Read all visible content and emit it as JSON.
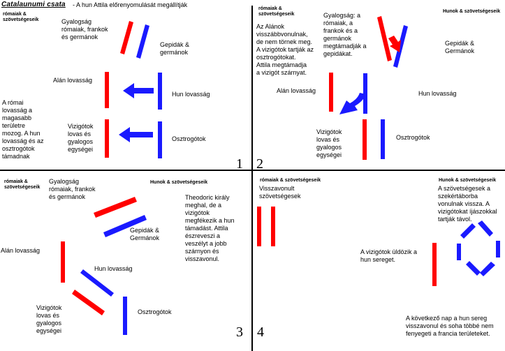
{
  "header": {
    "title": "Catalaunumi csata",
    "subtitle": "- A hun Attila előrenyomulását megállítják"
  },
  "colors": {
    "roman": "#ff0000",
    "hun": "#1a1aff",
    "frame": "#000000"
  },
  "panels": [
    {
      "number": "1",
      "labels": {
        "left_side": "rómaiak &\nszövetségeseik",
        "infantry": "Gyalogság\nrómaiak, frankok\nés germánok",
        "gepids": "Gepidák &\ngermánok",
        "alan": "Alán lovasság",
        "hun_cav": "Hun lovasság",
        "visigoths": "Vizigótok\nlovas és\ngyalogos\negységei",
        "ostrogoths": "Osztrogótok",
        "note": "A római\nlovasság a\nmagasabb\nterületre\nmozog. A hun\nlovasság és az\nosztrogótok\ntámadnak"
      }
    },
    {
      "number": "2",
      "labels": {
        "left_side": "rómaiak &\nszövetségeseik",
        "right_side": "Hunok & szövetségeseik",
        "note": "Az Alánok\nvisszábbvonulnak,\nde nem törnek meg.\nA vizigótok tartják az\nosztrogótokat.\nAttila megtámadja\na vizigót szárnyat.",
        "infantry": "Gyalogság: a\nrómaiak, a\nfrankok és a\ngermánok\nmegtámadják a\ngepidákat.",
        "gepids": "Gepidák &\nGermánok",
        "alan": "Alán lovasság",
        "hun_cav": "Hun lovasság",
        "visigoths": "Vizigótok\nlovas és\ngyalogos\negységei",
        "ostrogoths": "Osztrogótok"
      }
    },
    {
      "number": "3",
      "labels": {
        "left_side": "rómaiak &\nszövetségeseik",
        "right_side": "Hunok & szövetségeseik",
        "infantry": "Gyalogság\nrómaiak, frankok\nés germánok",
        "note": "Theodoric király\nmeghal, de a\nvizigótok\nmegfékezik a hun\ntámadást. Attila\nészreveszi a\nveszélyt a jobb\nszárnyon és\nvisszavonul.",
        "gepids": "Gepidák &\nGermánok",
        "alan": "Alán lovasság",
        "hun_cav": "Hun lovasság",
        "visigoths": "Vizigótok\nlovas és\ngyalogos\negységei",
        "ostrogoths": "Osztrogótok"
      }
    },
    {
      "number": "4",
      "labels": {
        "left_side": "rómaiak & szövetségeseik",
        "retreated": "Visszavonult\nszövetségesek",
        "right_side": "Hunok & szövetségeseik",
        "note_top": "A szövetségesek a\nszekértáborba\nvonulnak vissza. A\nvizigótokat íjászokkal\ntartják távol.",
        "note_mid": "A vizigótok üldözik a\nhun sereget.",
        "note_bottom": "A következő nap a hun sereg\nvisszavonul és soha többé nem\nfenyegeti a francia területeket."
      }
    }
  ]
}
